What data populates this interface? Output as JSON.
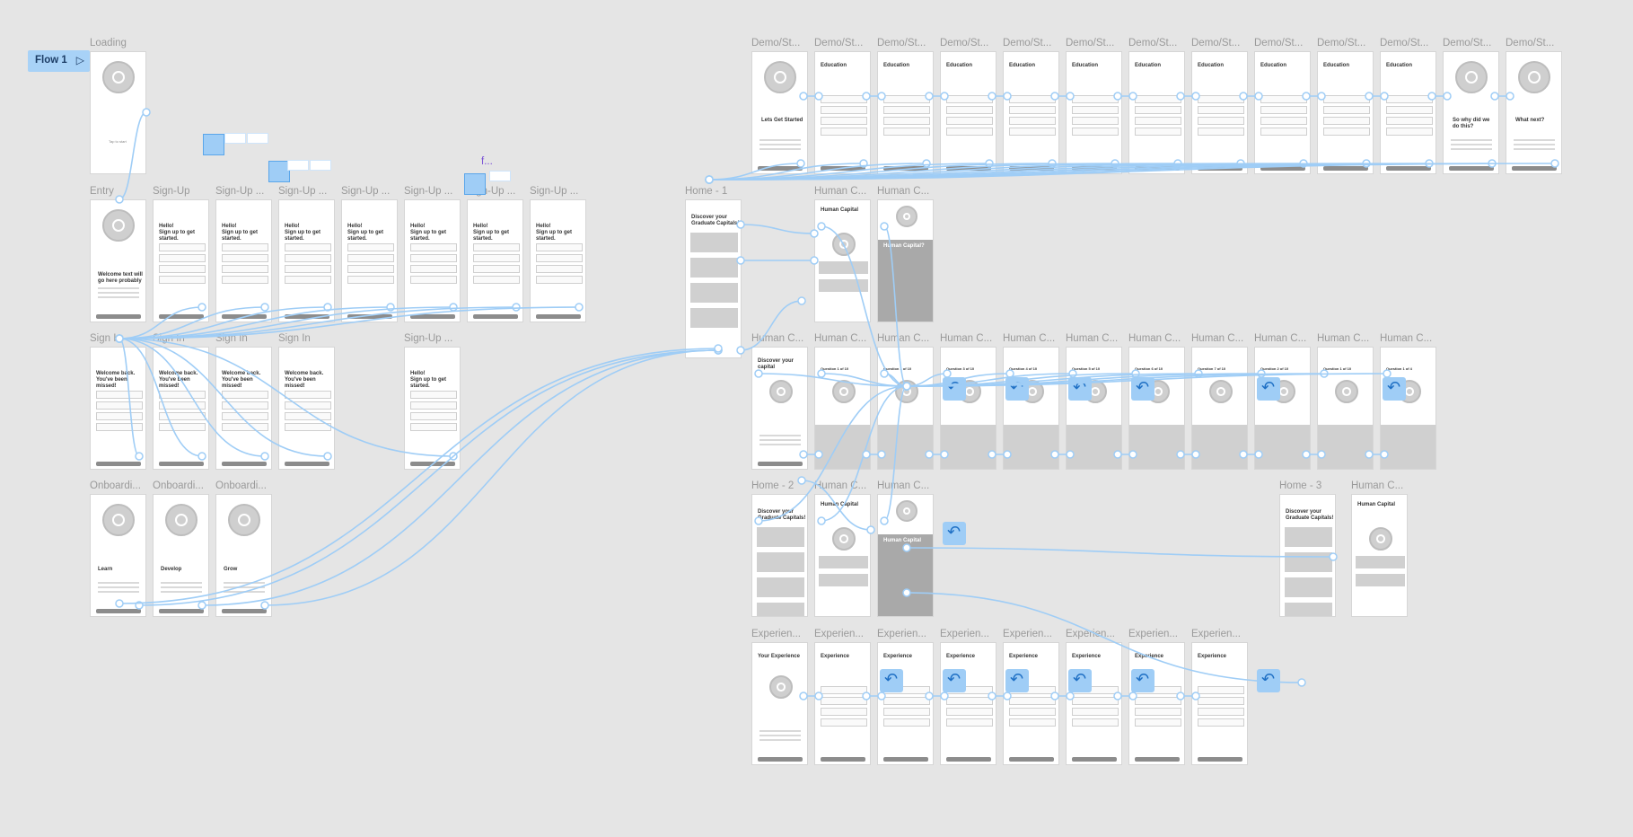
{
  "flow": {
    "label": "Flow 1",
    "play_icon": "play-icon"
  },
  "component_label": "f...",
  "frames": [
    {
      "name": "Loading",
      "text": "Tap to start",
      "type": "loading"
    },
    {
      "name": "Entry",
      "text": "Welcome text will\ngo here probably",
      "type": "entry"
    },
    {
      "name": "Sign-Up",
      "text": "Hello!\nSign up to get\nstarted.",
      "type": "signup"
    },
    {
      "name": "Sign-Up ...",
      "text": "Hello!\nSign up to get\nstarted.",
      "type": "signup"
    },
    {
      "name": "Sign-Up ...",
      "text": "Hello!\nSign up to get\nstarted.",
      "type": "signup"
    },
    {
      "name": "Sign-Up ...",
      "text": "Hello!\nSign up to get\nstarted.",
      "type": "signup"
    },
    {
      "name": "Sign-Up ...",
      "text": "Hello!\nSign up to get\nstarted.",
      "type": "signup"
    },
    {
      "name": "Sign-Up ...",
      "text": "Hello!\nSign up to get\nstarted.",
      "type": "signup"
    },
    {
      "name": "Sign-Up ...",
      "text": "Hello!\nSign up to get\nstarted.",
      "type": "signup"
    },
    {
      "name": "Sign In",
      "text": "Welcome back.\nYou've been missed!",
      "type": "signin"
    },
    {
      "name": "Sign In",
      "text": "Welcome back.\nYou've been missed!",
      "type": "signin"
    },
    {
      "name": "Sign In",
      "text": "Welcome back.\nYou've been missed!",
      "type": "signin"
    },
    {
      "name": "Sign In",
      "text": "Welcome back.\nYou've been missed!",
      "type": "signin"
    },
    {
      "name": "Sign-Up ...",
      "text": "Hello!\nSign up to get\nstarted.",
      "type": "signup"
    },
    {
      "name": "Onboardi...",
      "text": "Learn",
      "type": "onboard"
    },
    {
      "name": "Onboardi...",
      "text": "Develop",
      "type": "onboard"
    },
    {
      "name": "Onboardi...",
      "text": "Grow",
      "type": "onboard"
    },
    {
      "name": "Demo/St...",
      "text": "Lets Get Started",
      "type": "demo"
    },
    {
      "name": "Demo/St...",
      "text": "Education",
      "type": "form"
    },
    {
      "name": "Demo/St...",
      "text": "Education",
      "type": "form"
    },
    {
      "name": "Demo/St...",
      "text": "Education",
      "type": "form"
    },
    {
      "name": "Demo/St...",
      "text": "Education",
      "type": "form"
    },
    {
      "name": "Demo/St...",
      "text": "Education",
      "type": "form"
    },
    {
      "name": "Demo/St...",
      "text": "Education",
      "type": "form"
    },
    {
      "name": "Demo/St...",
      "text": "Education",
      "type": "form"
    },
    {
      "name": "Demo/St...",
      "text": "Education",
      "type": "form"
    },
    {
      "name": "Demo/St...",
      "text": "Education",
      "type": "form"
    },
    {
      "name": "Demo/St...",
      "text": "Education",
      "type": "form"
    },
    {
      "name": "Demo/St...",
      "text": "So why did we\ndo this?",
      "type": "demo"
    },
    {
      "name": "Demo/St...",
      "text": "What next?",
      "type": "demo"
    },
    {
      "name": "Home - 1",
      "text": "Discover your\nGraduate Capitals!",
      "type": "home"
    },
    {
      "name": "Human C...",
      "text": "Human Capital",
      "type": "hc"
    },
    {
      "name": "Human C...",
      "text": "Human Capital?",
      "type": "hcdark"
    },
    {
      "name": "Human C...",
      "text": "Discover your capital",
      "type": "hcq"
    },
    {
      "name": "Human C...",
      "text": "Question 1 of 10",
      "type": "quiz"
    },
    {
      "name": "Human C...",
      "text": "Question 1 of 10",
      "type": "quiz"
    },
    {
      "name": "Human C...",
      "text": "Question 3 of 10",
      "type": "quiz"
    },
    {
      "name": "Human C...",
      "text": "Question 4 of 10",
      "type": "quiz"
    },
    {
      "name": "Human C...",
      "text": "Question 5 of 10",
      "type": "quiz"
    },
    {
      "name": "Human C...",
      "text": "Question 6 of 10",
      "type": "quiz"
    },
    {
      "name": "Human C...",
      "text": "Question 7 of 10",
      "type": "quiz"
    },
    {
      "name": "Human C...",
      "text": "Question 2 of 10",
      "type": "quiz"
    },
    {
      "name": "Human C...",
      "text": "Question 1 of 10",
      "type": "quiz"
    },
    {
      "name": "Human C...",
      "text": "Question 1 of 4",
      "type": "quiz"
    },
    {
      "name": "Home - 2",
      "text": "Discover your\nGraduate Capitals!",
      "type": "home"
    },
    {
      "name": "Human C...",
      "text": "Human Capital",
      "type": "hc"
    },
    {
      "name": "Human C...",
      "text": "Human Capital",
      "type": "hcdark"
    },
    {
      "name": "Home - 3",
      "text": "Discover your\nGraduate Capitals!",
      "type": "home"
    },
    {
      "name": "Human C...",
      "text": "Human Capital",
      "type": "hc"
    },
    {
      "name": "Experien...",
      "text": "Your Experience",
      "type": "exp"
    },
    {
      "name": "Experien...",
      "text": "Experience",
      "type": "form"
    },
    {
      "name": "Experien...",
      "text": "Experience",
      "type": "form"
    },
    {
      "name": "Experien...",
      "text": "Experience",
      "type": "form"
    },
    {
      "name": "Experien...",
      "text": "Experience",
      "type": "form"
    },
    {
      "name": "Experien...",
      "text": "Experience",
      "type": "form"
    },
    {
      "name": "Experien...",
      "text": "Experience",
      "type": "form"
    },
    {
      "name": "Experien...",
      "text": "Experience",
      "type": "form"
    }
  ],
  "colors": {
    "canvas": "#e5e5e5",
    "wire": "#9fcdf6",
    "frame": "#ffffff",
    "label": "#9a9a9a",
    "accent": "#a8d2f7"
  }
}
